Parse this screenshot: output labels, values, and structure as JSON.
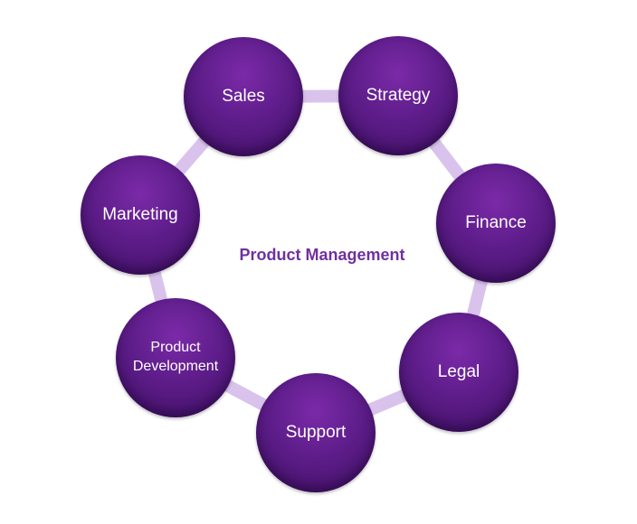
{
  "center_title": "Product Management",
  "nodes": [
    {
      "id": "sales",
      "label": "Sales"
    },
    {
      "id": "strategy",
      "label": "Strategy"
    },
    {
      "id": "finance",
      "label": "Finance"
    },
    {
      "id": "legal",
      "label": "Legal"
    },
    {
      "id": "support",
      "label": "Support"
    },
    {
      "id": "product-development",
      "label": "Product\nDevelopment"
    },
    {
      "id": "marketing",
      "label": "Marketing"
    }
  ],
  "colors": {
    "node_fill": "#5e1d8a",
    "ring": "#d9c3ec",
    "title": "#7030a0"
  }
}
